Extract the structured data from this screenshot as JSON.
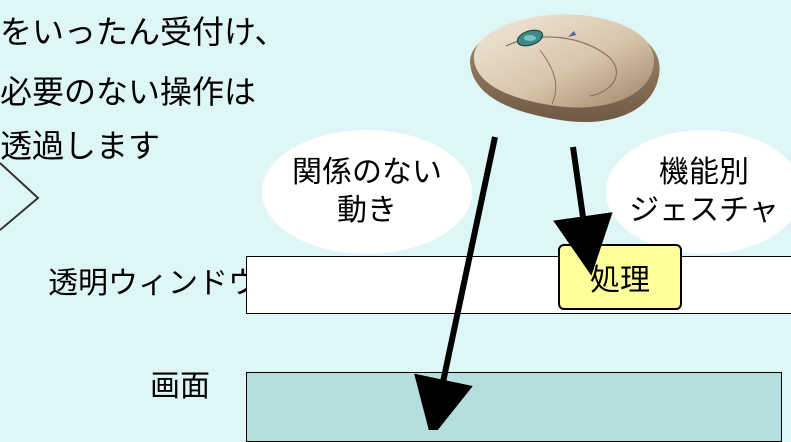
{
  "description": {
    "line1": "をいったん受付け、",
    "line2": "必要のない操作は",
    "line3": "透過します"
  },
  "bubbles": {
    "unrelated": [
      "関係のない",
      "動き"
    ],
    "gesture": [
      "機能別",
      "ジェスチャ"
    ]
  },
  "layers": {
    "transparent_window_label": "透明ウィンドウ",
    "screen_label": "画面",
    "process_label": "処理"
  },
  "colors": {
    "background": "#dff6f6",
    "window_fill": "#ffffff",
    "screen_fill": "#b5dede",
    "process_fill": "#ffff99",
    "arrow": "#000000"
  },
  "icons": {
    "mouse": "computer-mouse-icon",
    "chevron": "chevron-right-icon"
  }
}
